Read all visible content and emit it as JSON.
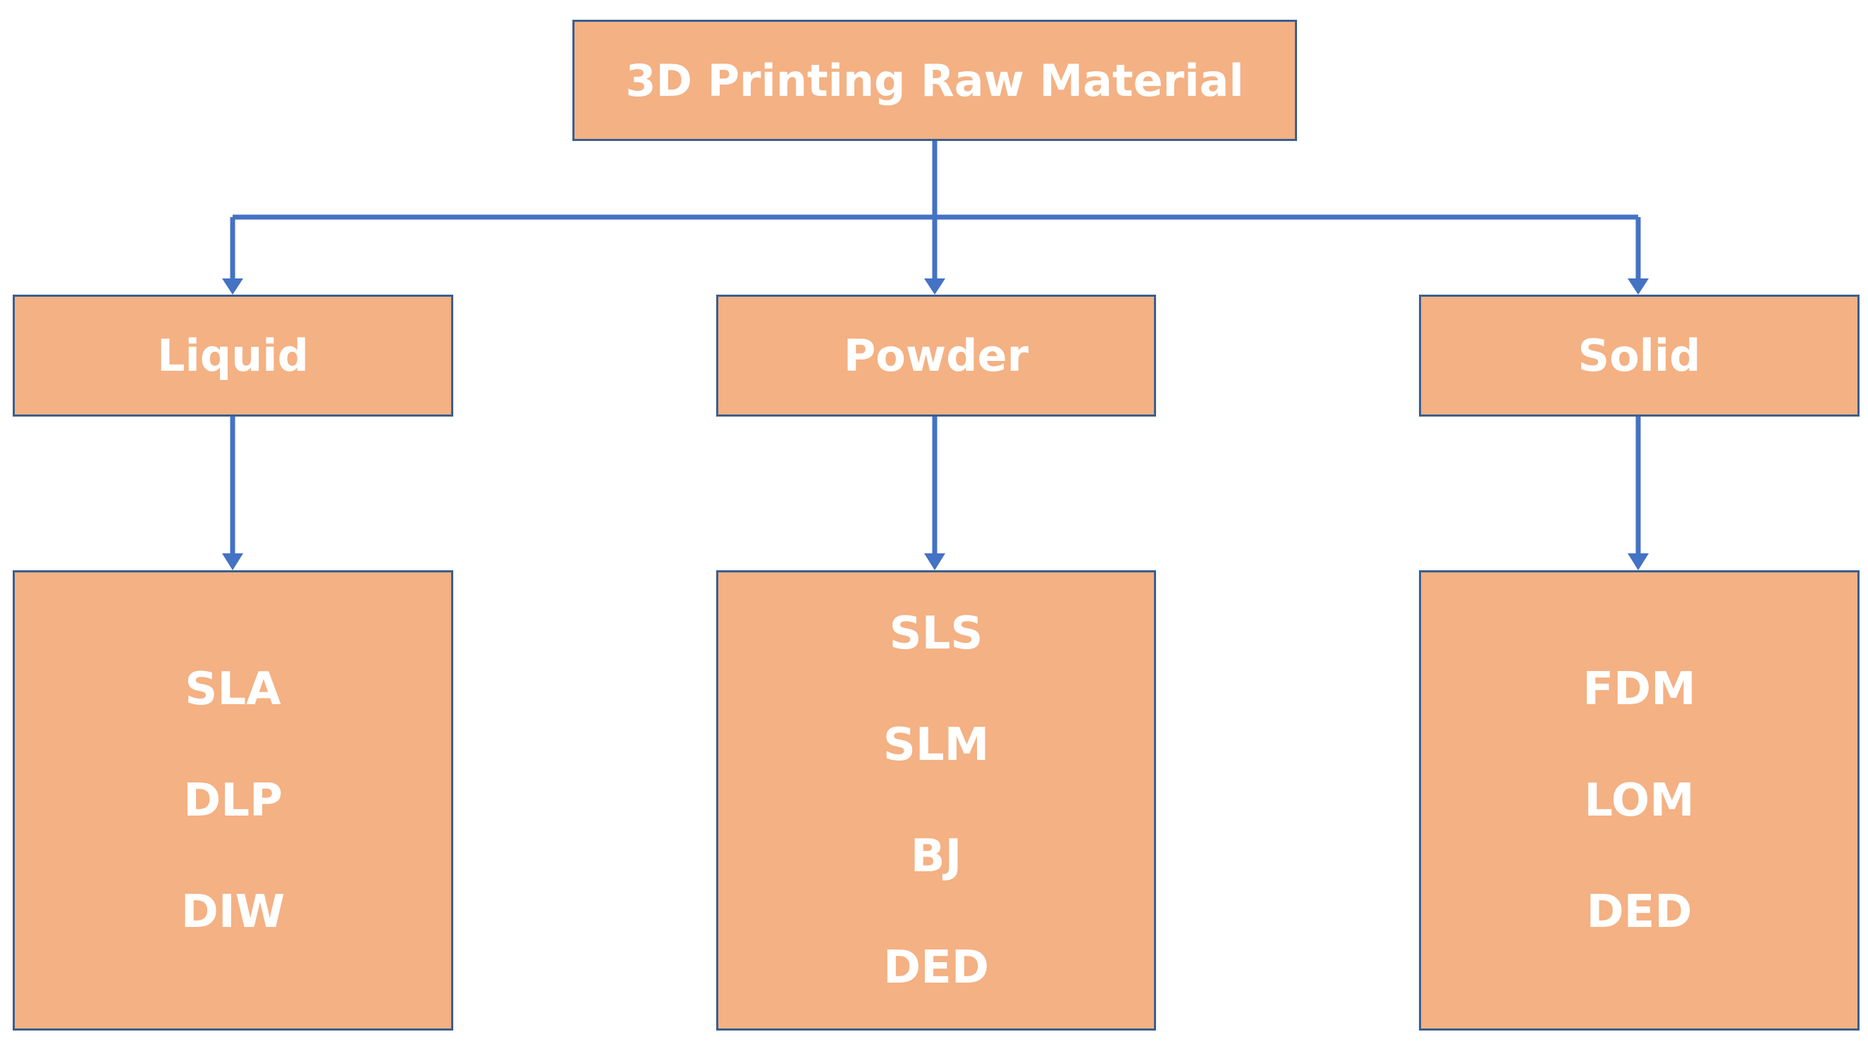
{
  "colors": {
    "box_fill": "#f4b183",
    "box_border": "#3a5f8f",
    "text": "#ffffff",
    "connector": "#4472c4"
  },
  "root": {
    "label": "3D Printing Raw Material"
  },
  "categories": [
    {
      "key": "liquid",
      "label": "Liquid",
      "methods": [
        "SLA",
        "DLP",
        "DIW"
      ]
    },
    {
      "key": "powder",
      "label": "Powder",
      "methods": [
        "SLS",
        "SLM",
        "BJ",
        "DED"
      ]
    },
    {
      "key": "solid",
      "label": "Solid",
      "methods": [
        "FDM",
        "LOM",
        "DED"
      ]
    }
  ]
}
